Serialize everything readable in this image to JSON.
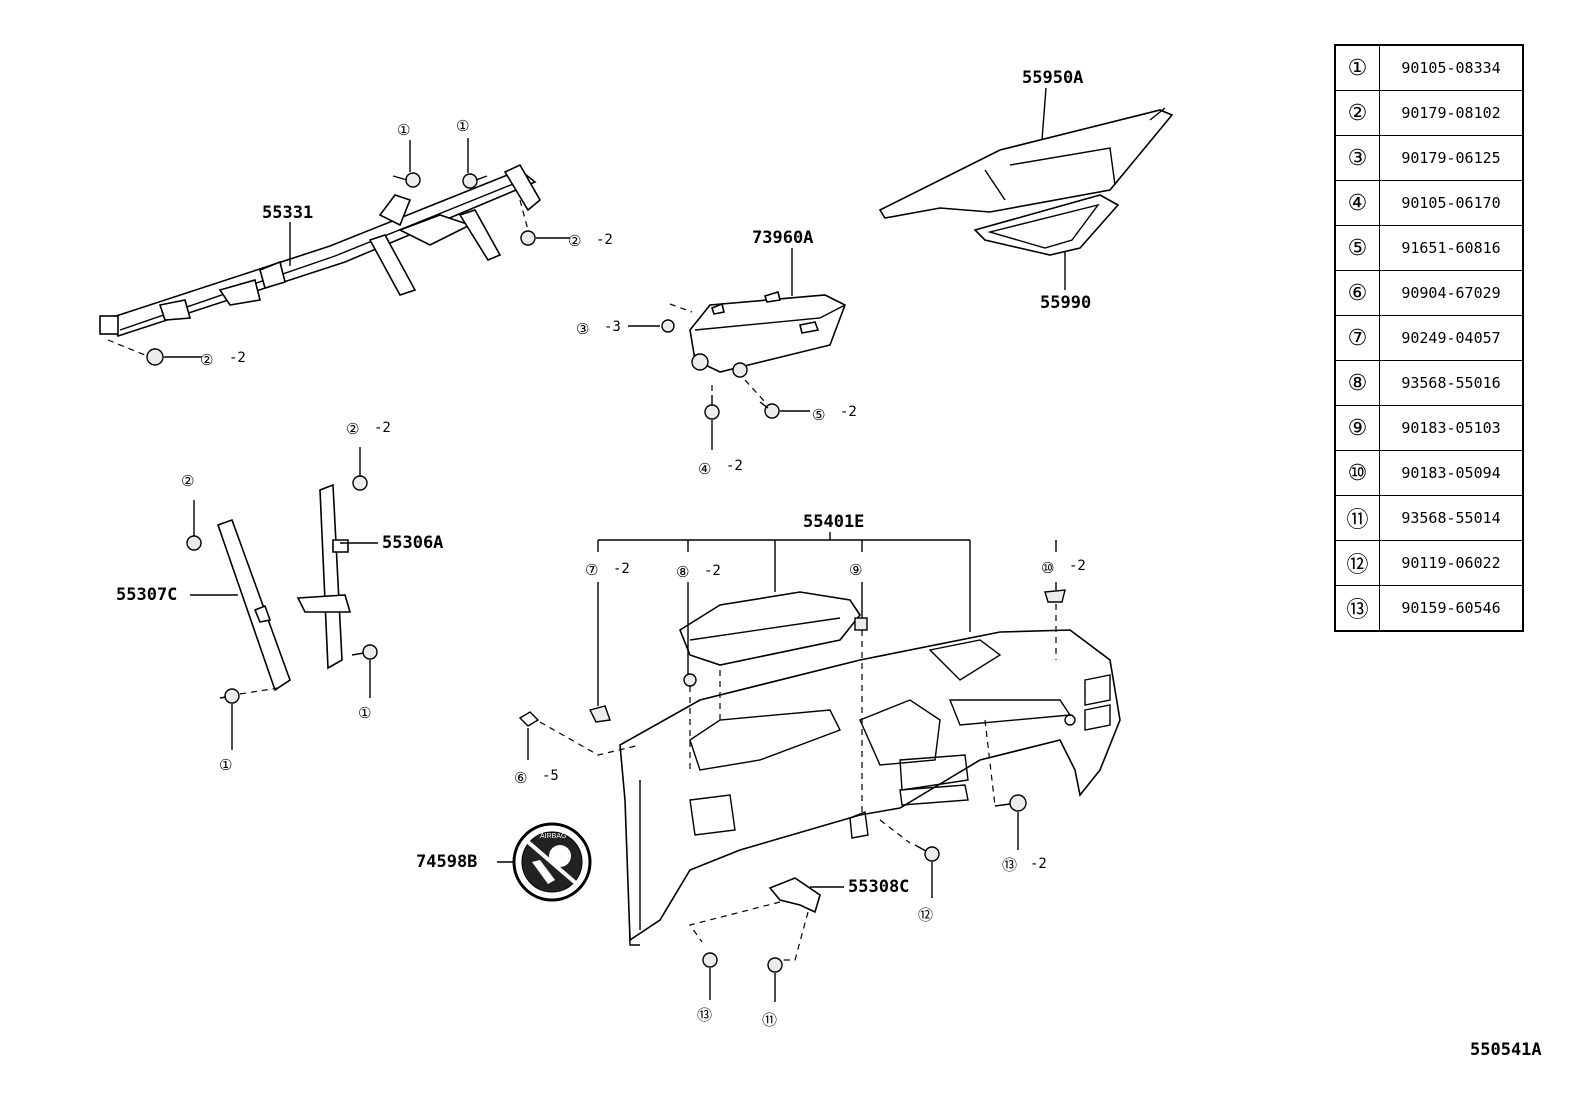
{
  "diagram": {
    "labels": {
      "p55331": "55331",
      "p55950A": "55950A",
      "p55990": "55990",
      "p73960A": "73960A",
      "p55306A": "55306A",
      "p55307C": "55307C",
      "p55401E": "55401E",
      "p74598B": "74598B",
      "p55308C": "55308C"
    },
    "callouts": [
      {
        "num": "①",
        "qty": ""
      },
      {
        "num": "①",
        "qty": ""
      },
      {
        "num": "②",
        "qty": "-2"
      },
      {
        "num": "②",
        "qty": "-2"
      },
      {
        "num": "③",
        "qty": "-3"
      },
      {
        "num": "⑤",
        "qty": "-2"
      },
      {
        "num": "④",
        "qty": "-2"
      },
      {
        "num": "②",
        "qty": "-2"
      },
      {
        "num": "②",
        "qty": ""
      },
      {
        "num": "①",
        "qty": ""
      },
      {
        "num": "①",
        "qty": ""
      },
      {
        "num": "⑦",
        "qty": "-2"
      },
      {
        "num": "⑧",
        "qty": "-2"
      },
      {
        "num": "⑨",
        "qty": ""
      },
      {
        "num": "⑩",
        "qty": "-2"
      },
      {
        "num": "⑥",
        "qty": "-5"
      },
      {
        "num": "⑬",
        "qty": "-2"
      },
      {
        "num": "⑫",
        "qty": ""
      },
      {
        "num": "⑬",
        "qty": ""
      },
      {
        "num": "⑪",
        "qty": ""
      }
    ],
    "airbag_text": "AIRBAG"
  },
  "parts_table": [
    {
      "ref": "①",
      "part_no": "90105-08334"
    },
    {
      "ref": "②",
      "part_no": "90179-08102"
    },
    {
      "ref": "③",
      "part_no": "90179-06125"
    },
    {
      "ref": "④",
      "part_no": "90105-06170"
    },
    {
      "ref": "⑤",
      "part_no": "91651-60816"
    },
    {
      "ref": "⑥",
      "part_no": "90904-67029"
    },
    {
      "ref": "⑦",
      "part_no": "90249-04057"
    },
    {
      "ref": "⑧",
      "part_no": "93568-55016"
    },
    {
      "ref": "⑨",
      "part_no": "90183-05103"
    },
    {
      "ref": "⑩",
      "part_no": "90183-05094"
    },
    {
      "ref": "⑪",
      "part_no": "93568-55014"
    },
    {
      "ref": "⑫",
      "part_no": "90119-06022"
    },
    {
      "ref": "⑬",
      "part_no": "90159-60546"
    }
  ],
  "page_code": "550541A"
}
